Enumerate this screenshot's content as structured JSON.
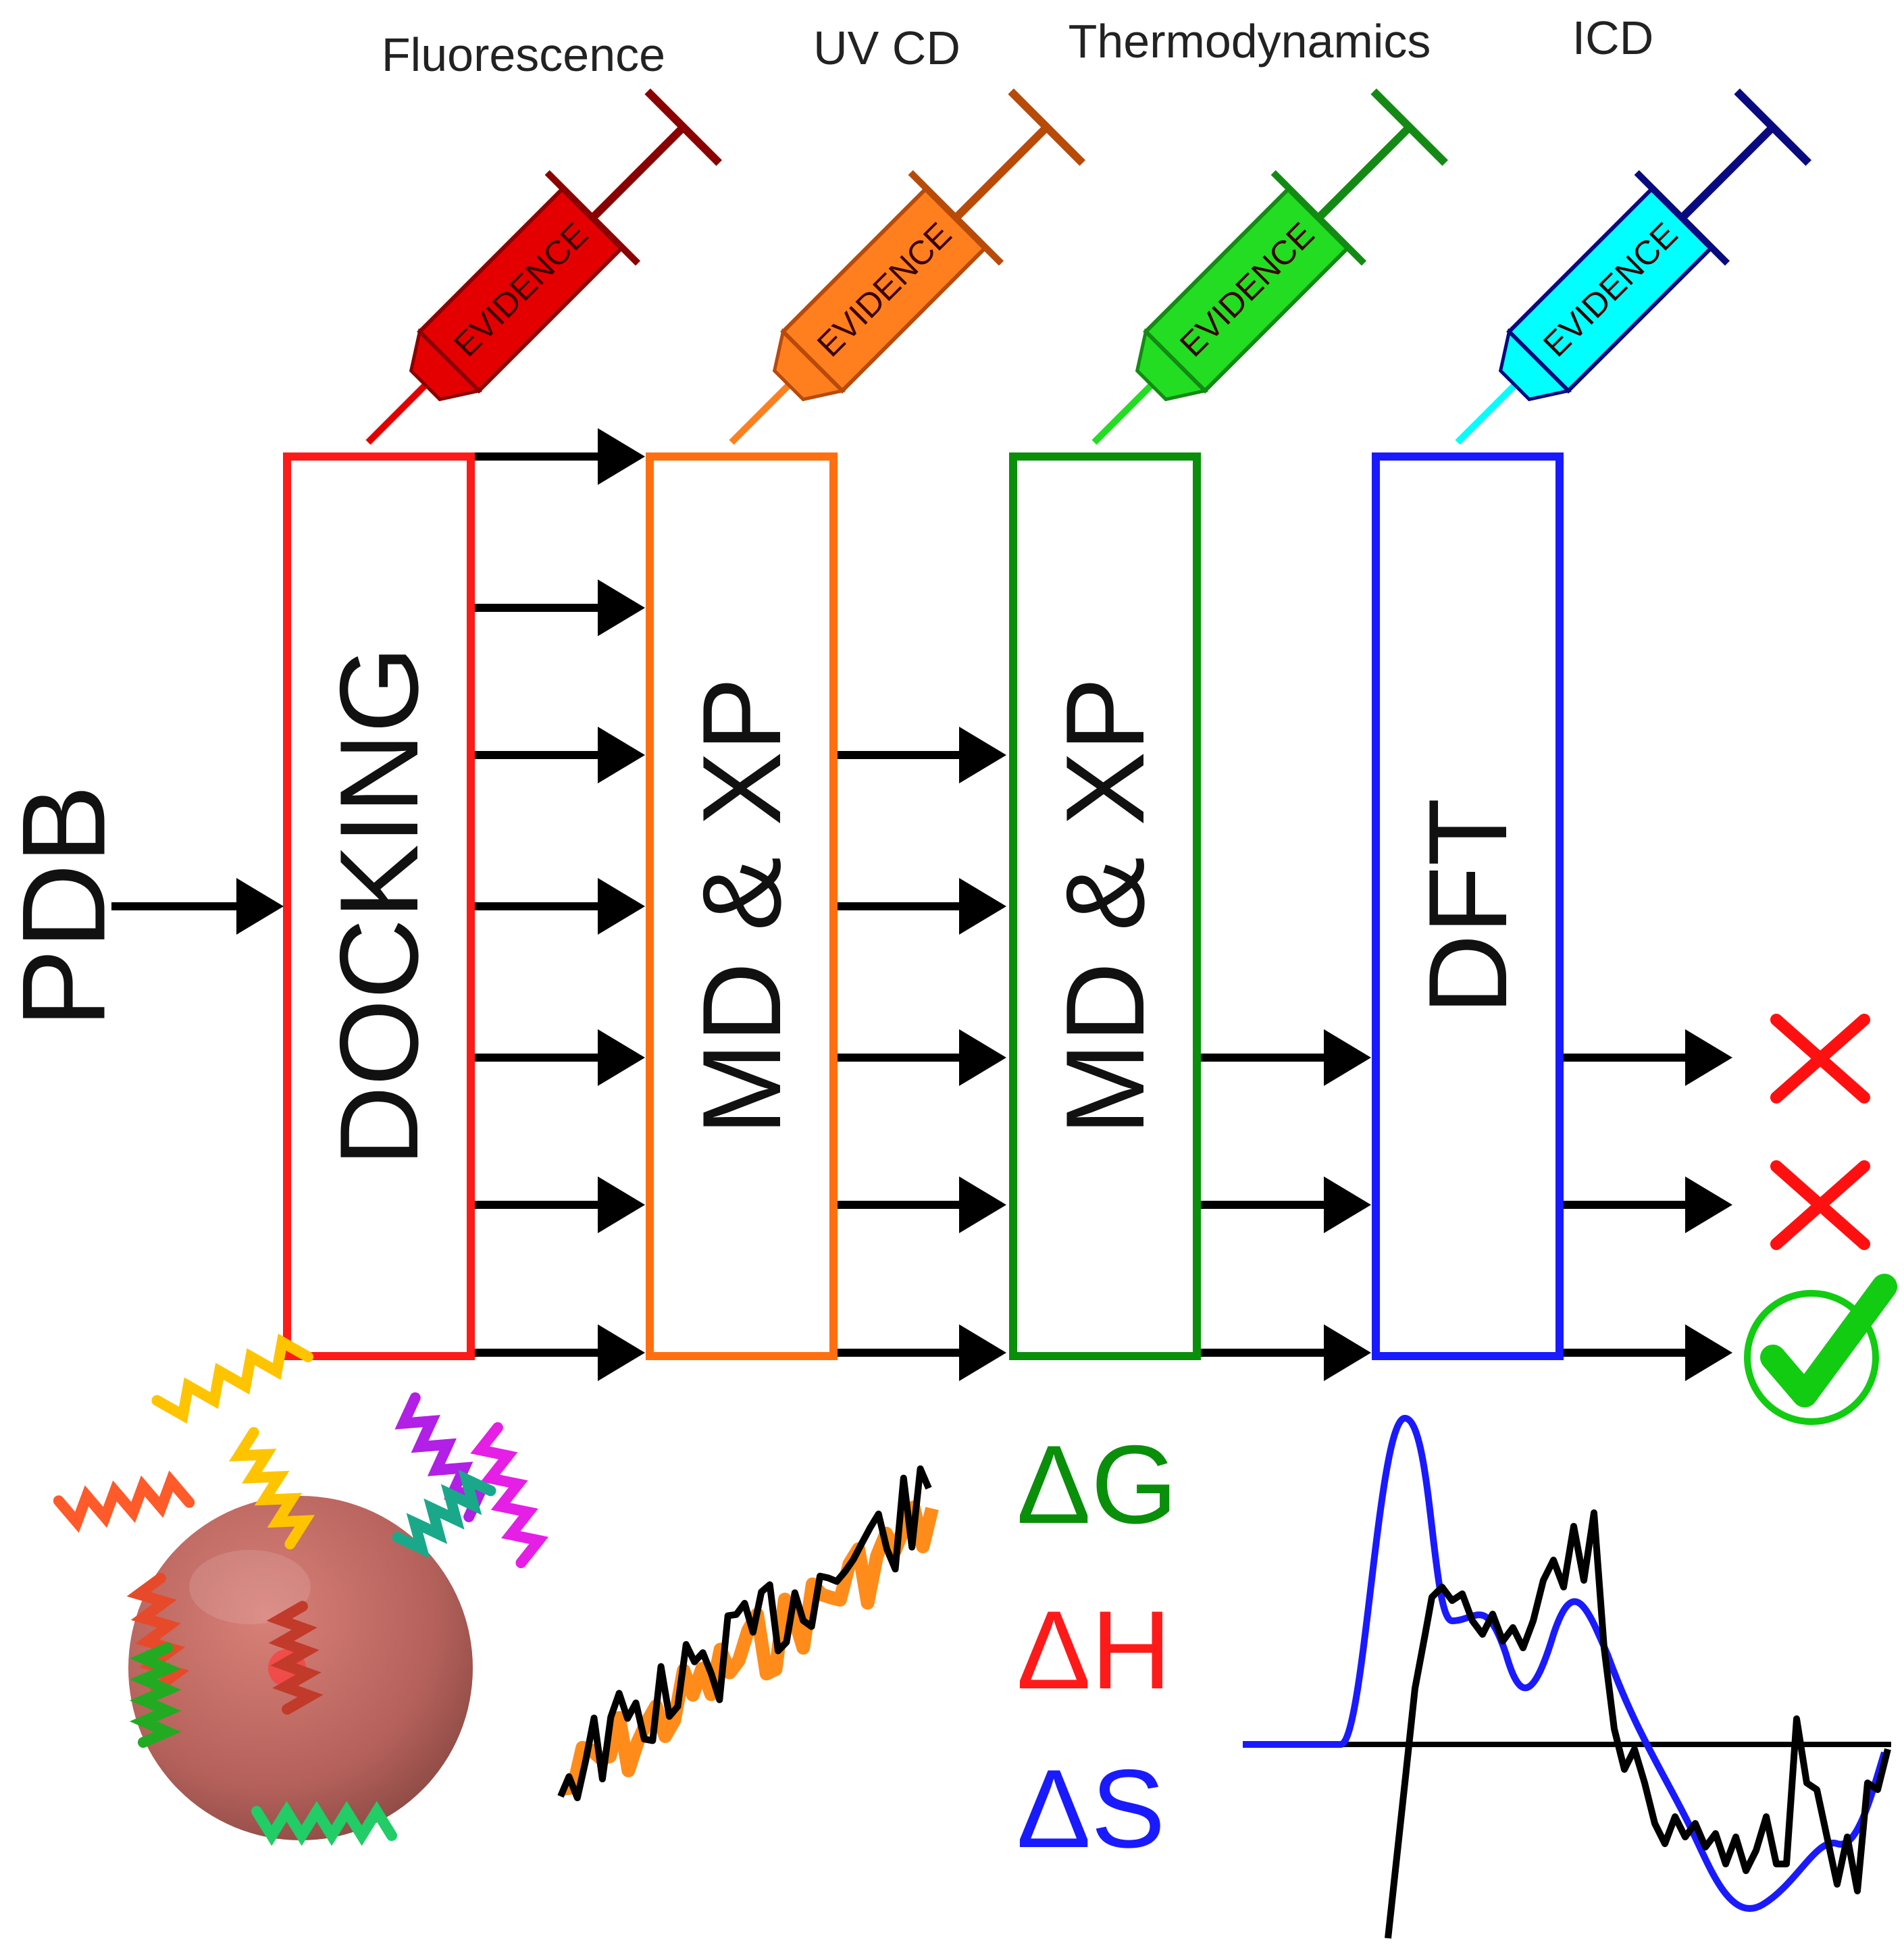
{
  "input": {
    "label": "PDB"
  },
  "stages": [
    {
      "label": "DOCKING",
      "color": "#ff1a1a",
      "evidence_title": "Fluorescence",
      "evidence_color": "#e50000",
      "evidence_dark": "#8b0000"
    },
    {
      "label": "MD & XP",
      "color": "#ff6f0f",
      "evidence_title": "UV CD",
      "evidence_color": "#ff7f1f",
      "evidence_dark": "#b84a0a"
    },
    {
      "label": "MD & XP",
      "color": "#0a8f0a",
      "evidence_title": "Thermodynamics",
      "evidence_color": "#22dd22",
      "evidence_dark": "#138a13"
    },
    {
      "label": "DFT",
      "color": "#1a1aff",
      "evidence_title": "ICD",
      "evidence_color": "#00ffff",
      "evidence_dark": "#0a0a80"
    }
  ],
  "syringe_label": "EVIDENCE",
  "arrow_rows": {
    "docking_out": 7,
    "md1_out": 5,
    "md2_out": 3,
    "dft_out": 3
  },
  "outcomes": [
    {
      "type": "cross-icon",
      "color": "#ff1010"
    },
    {
      "type": "cross-icon",
      "color": "#ff1010"
    },
    {
      "type": "check-circle-icon",
      "color": "#11cc11"
    }
  ],
  "thermodynamics": [
    {
      "label": "ΔG",
      "color": "#0a8f0a"
    },
    {
      "label": "ΔH",
      "color": "#ff1a1a"
    },
    {
      "label": "ΔS",
      "color": "#1a1aff"
    }
  ],
  "illustrations": {
    "protein_sphere": "protein-nanoparticle-icon",
    "uvcd_plot": "uv-cd-spectrum-icon",
    "icd_plot": "icd-spectrum-icon"
  }
}
